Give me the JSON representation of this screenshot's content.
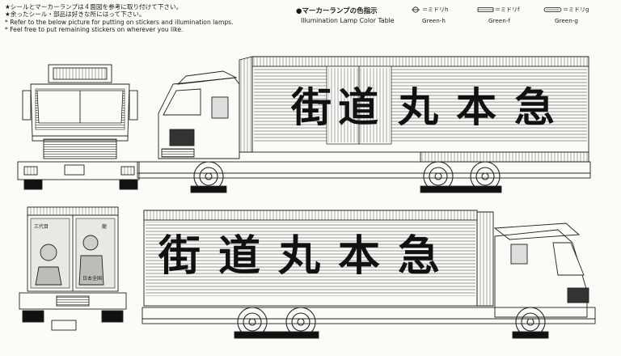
{
  "notes": {
    "jp_line1": "★シールとマーカーランプは４面図を参考に取り付けて下さい。",
    "jp_line2": "★余ったシール・部品は好きな所にはって下さい。",
    "en_line1": "* Refer to the below picture for putting on stickers and illumination lamps.",
    "en_line2": "* Feel free to put remaining stickers on wherever you like."
  },
  "legend": {
    "title": "●マーカーランプの色指示",
    "subtitle": "Illumination Lamp Color Table",
    "items": [
      {
        "jp": "＝ミドリh",
        "en": "Green-h"
      },
      {
        "jp": "＝ミドリf",
        "en": "Green-f"
      },
      {
        "jp": "＝ミドリg",
        "en": "Green-g"
      }
    ]
  },
  "truck_text": {
    "characters": [
      "街",
      "道",
      "丸",
      "本",
      "急"
    ]
  },
  "stickers": {
    "v1": "三代目",
    "v2": "龍",
    "v3": "日本全国"
  }
}
